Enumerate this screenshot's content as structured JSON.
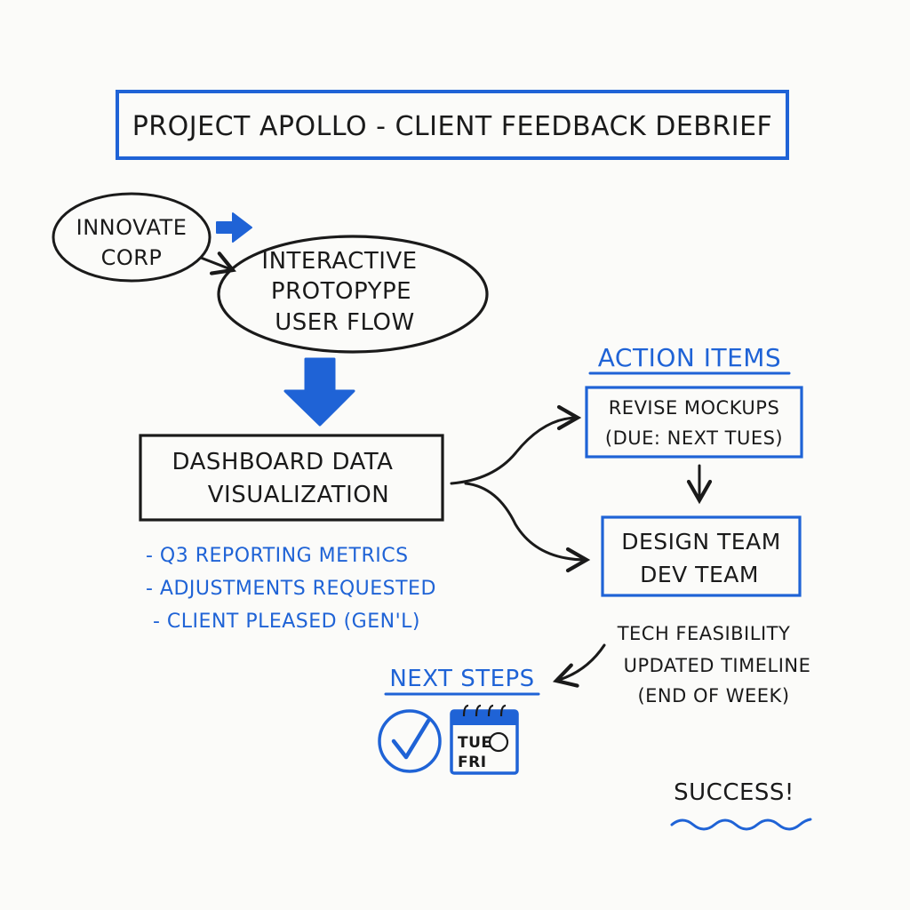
{
  "colors": {
    "ink": "#1a1a1a",
    "accent_blue": "#1f63d6",
    "paper": "#fbfbf9"
  },
  "title": "PROJECT APOLLO - CLIENT FEEDBACK DEBRIEF",
  "client": {
    "line1": "INNOVATE",
    "line2": "CORP"
  },
  "prototype": {
    "line1": "INTERACTIVE",
    "line2": "PROTOPYPE",
    "line3": "USER FLOW"
  },
  "dashboard": {
    "line1": "DASHBOARD DATA",
    "line2": "VISUALIZATION"
  },
  "notes": [
    "- Q3 REPORTING METRICS",
    "- ADJUSTMENTS REQUESTED",
    "- CLIENT PLEASED (GEN'L)"
  ],
  "action_items": {
    "heading": "ACTION ITEMS",
    "mockups_line1": "REVISE MOCKUPS",
    "mockups_line2": "(DUE: NEXT TUES)",
    "teams_line1": "DESIGN TEAM",
    "teams_line2": "DEV TEAM"
  },
  "tech": {
    "line1": "TECH FEASIBILITY",
    "line2": "UPDATED TIMELINE",
    "line3": "(END OF WEEK)"
  },
  "next_steps": {
    "heading": "NEXT STEPS",
    "calendar_line1": "TUE",
    "calendar_line2": "FRI",
    "checkmark_icon": "check-circle-icon",
    "calendar_icon": "calendar-icon"
  },
  "success": "SUCCESS!"
}
